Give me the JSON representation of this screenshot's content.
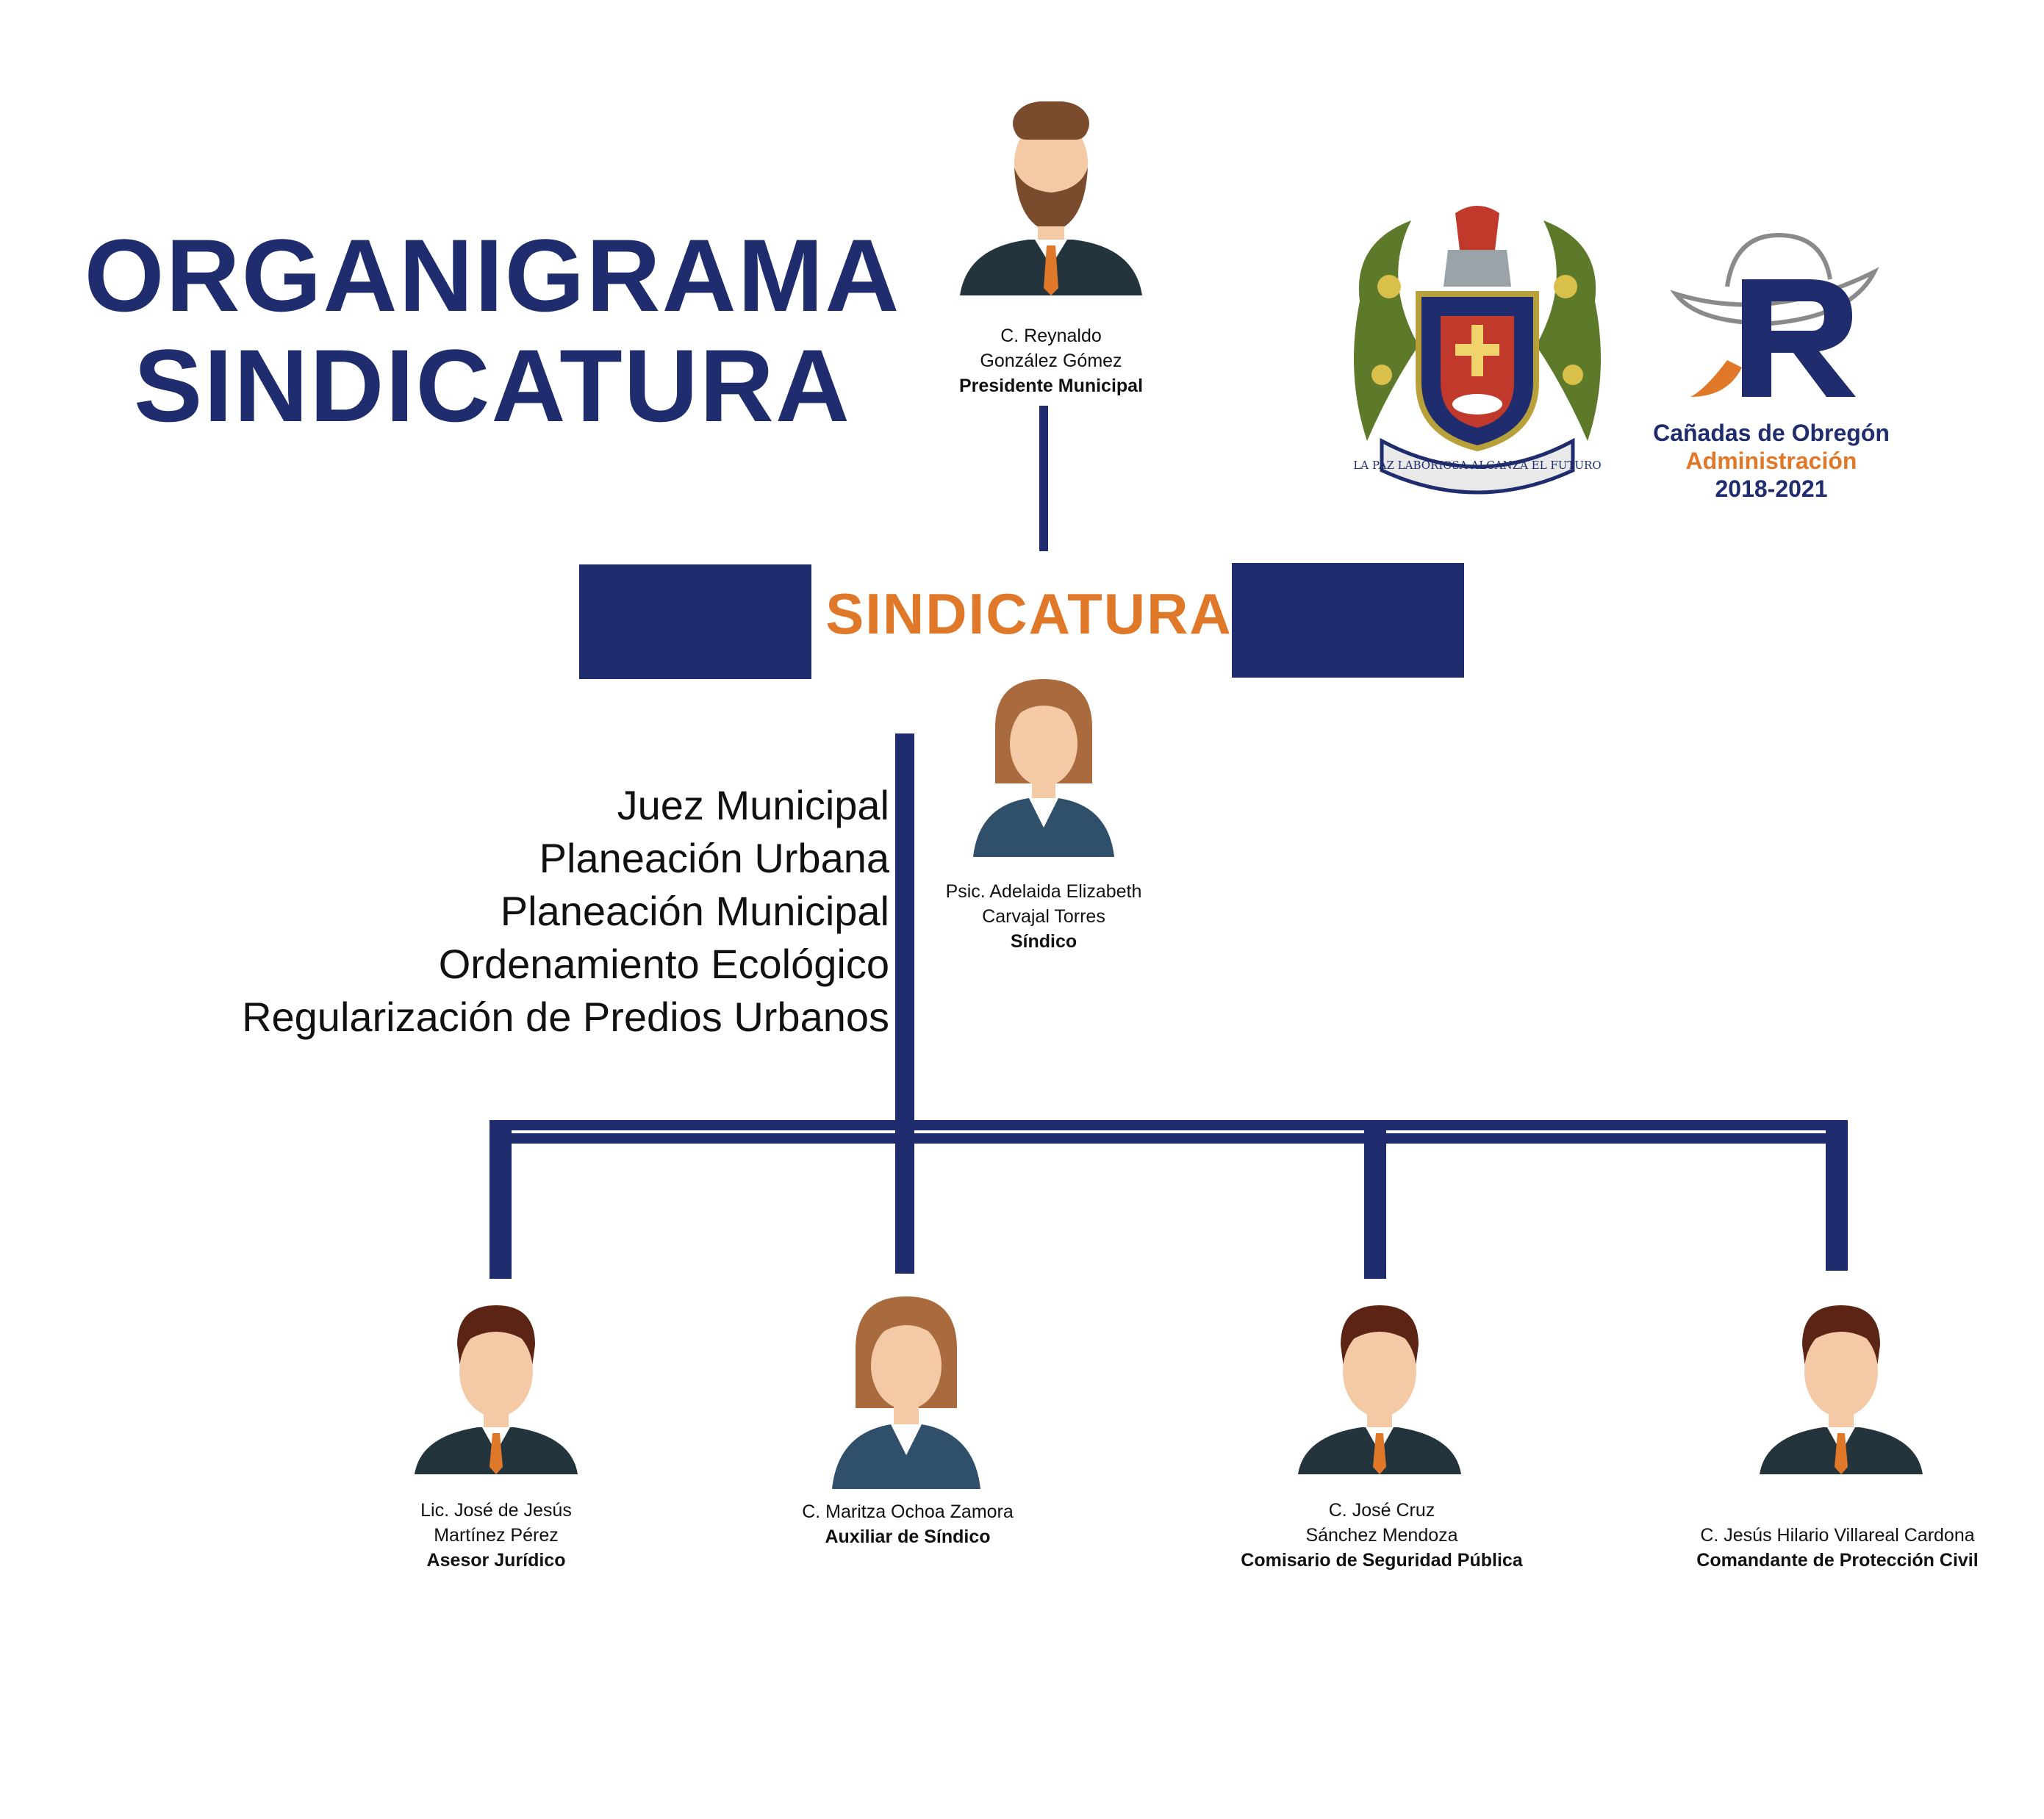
{
  "title": {
    "line1": "ORGANIGRAMA",
    "line2": "SINDICATURA"
  },
  "colors": {
    "navy": "#1f2d6e",
    "orange": "#e0782a"
  },
  "top": {
    "name_line1": "C. Reynaldo",
    "name_line2": "González Gómez",
    "role": "Presidente Municipal",
    "icon": "bearded-man-avatar-icon"
  },
  "section": {
    "label": "SINDICATURA"
  },
  "sindico": {
    "name_line1": "Psic. Adelaida Elizabeth",
    "name_line2": "Carvajal Torres",
    "role": "Síndico",
    "icon": "woman-avatar-icon"
  },
  "areas": [
    "Juez Municipal",
    "Planeación Urbana",
    "Planeación Municipal",
    "Ordenamiento Ecológico",
    "Regularización de Predios Urbanos"
  ],
  "subordinates": [
    {
      "name_line1": "Lic. José de Jesús",
      "name_line2": "Martínez Pérez",
      "role": "Asesor Jurídico",
      "icon": "man-avatar-icon"
    },
    {
      "name_line1": "",
      "name_line2": "C. Maritza Ochoa Zamora",
      "role": "Auxiliar de Síndico",
      "icon": "woman-avatar-icon"
    },
    {
      "name_line1": "C. José Cruz",
      "name_line2": "Sánchez Mendoza",
      "role": "Comisario de Seguridad Pública",
      "icon": "man-avatar-icon"
    },
    {
      "name_line1": "",
      "name_line2": "C. Jesús Hilario Villareal Cardona",
      "role": "Comandante de Protección Civil",
      "icon": "man-avatar-icon"
    }
  ],
  "logos": {
    "coat_of_arms": {
      "motto": "LA PAZ LABORIOSA ALCANZA EL FUTURO",
      "icon": "coat-of-arms-icon"
    },
    "administration": {
      "line1": "Cañadas de Obregón",
      "line2": "Administración",
      "line3": "2018-2021",
      "icon": "cowboy-hat-r-logo-icon"
    }
  }
}
